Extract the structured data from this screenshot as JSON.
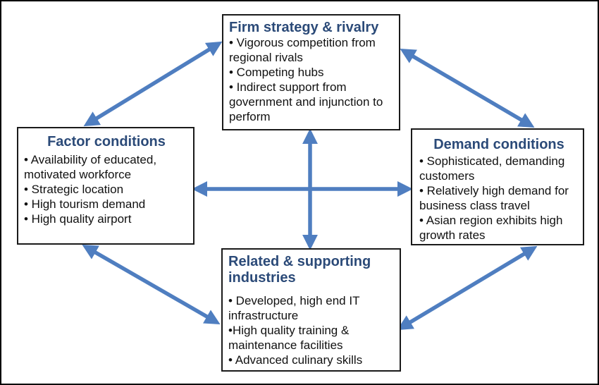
{
  "colors": {
    "arrow": "#4f7ec0",
    "title": "#2b4a78",
    "border": "#1a1a1a"
  },
  "firm": {
    "title": "Firm strategy & rivalry",
    "items": [
      "• Vigorous competition from regional rivals",
      "• Competing hubs",
      "• Indirect support from government and injunction to perform"
    ]
  },
  "factor": {
    "title": "Factor conditions",
    "items": [
      "• Availability of educated, motivated workforce",
      "• Strategic location",
      "• High tourism demand",
      "• High quality airport"
    ]
  },
  "demand": {
    "title": "Demand conditions",
    "items": [
      "• Sophisticated, demanding customers",
      "• Relatively high demand for business class travel",
      "• Asian region exhibits high growth rates"
    ]
  },
  "related": {
    "title": "Related & supporting industries",
    "items": [
      "• Developed, high end IT infrastructure",
      "•High quality training & maintenance facilities",
      "• Advanced culinary skills"
    ]
  }
}
